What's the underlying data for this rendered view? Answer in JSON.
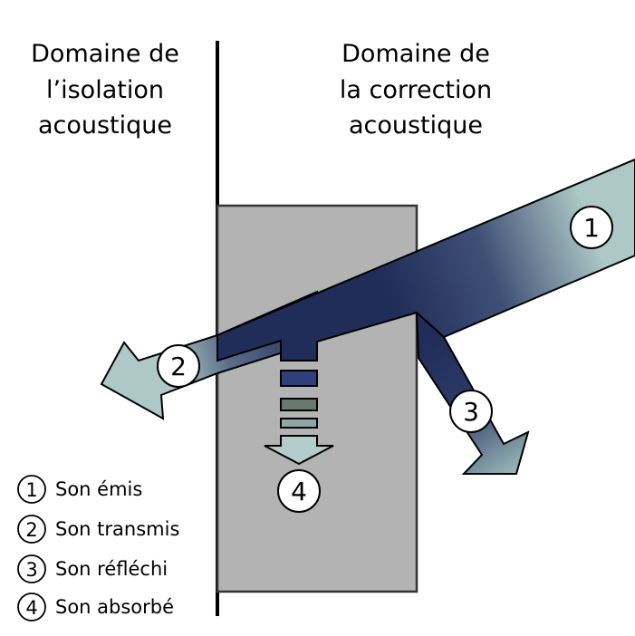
{
  "headings": {
    "left": [
      "Domaine de",
      "l’isolation",
      "acoustique"
    ],
    "right": [
      "Domaine de",
      "la correction",
      "acoustique"
    ]
  },
  "markers": {
    "emitted": "1",
    "transmitted": "2",
    "reflected": "3",
    "absorbed": "4"
  },
  "legend": [
    {
      "num": "1",
      "label": "Son émis"
    },
    {
      "num": "2",
      "label": "Son transmis"
    },
    {
      "num": "3",
      "label": "Son réfléchi"
    },
    {
      "num": "4",
      "label": "Son absorbé"
    }
  ],
  "colors": {
    "panel": "#b3b3b3",
    "beam_dark": "#212d59",
    "beam_light": "#adc8c6",
    "absorb_1": "#2e3f7a",
    "absorb_2": "#6a7872",
    "absorb_3": "#8fa8a4"
  }
}
